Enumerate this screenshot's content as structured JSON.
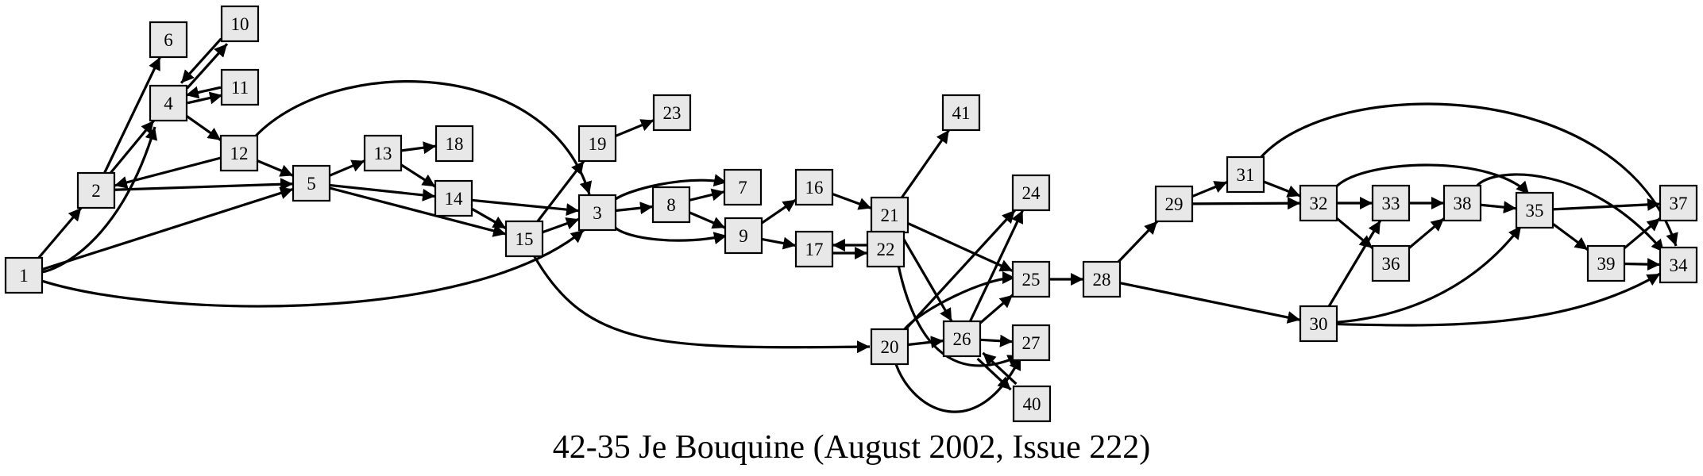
{
  "caption": "42-35 Je Bouquine (August 2002, Issue 222)",
  "colors": {
    "node_fill": "#e8e8e8",
    "stroke": "#000000",
    "background": "#ffffff"
  },
  "nodes": [
    {
      "id": "1",
      "label": "1"
    },
    {
      "id": "2",
      "label": "2"
    },
    {
      "id": "3",
      "label": "3"
    },
    {
      "id": "4",
      "label": "4"
    },
    {
      "id": "5",
      "label": "5"
    },
    {
      "id": "6",
      "label": "6"
    },
    {
      "id": "7",
      "label": "7"
    },
    {
      "id": "8",
      "label": "8"
    },
    {
      "id": "9",
      "label": "9"
    },
    {
      "id": "10",
      "label": "10"
    },
    {
      "id": "11",
      "label": "11"
    },
    {
      "id": "12",
      "label": "12"
    },
    {
      "id": "13",
      "label": "13"
    },
    {
      "id": "14",
      "label": "14"
    },
    {
      "id": "15",
      "label": "15"
    },
    {
      "id": "16",
      "label": "16"
    },
    {
      "id": "17",
      "label": "17"
    },
    {
      "id": "18",
      "label": "18"
    },
    {
      "id": "19",
      "label": "19"
    },
    {
      "id": "20",
      "label": "20"
    },
    {
      "id": "21",
      "label": "21"
    },
    {
      "id": "22",
      "label": "22"
    },
    {
      "id": "23",
      "label": "23"
    },
    {
      "id": "24",
      "label": "24"
    },
    {
      "id": "25",
      "label": "25"
    },
    {
      "id": "26",
      "label": "26"
    },
    {
      "id": "27",
      "label": "27"
    },
    {
      "id": "28",
      "label": "28"
    },
    {
      "id": "29",
      "label": "29"
    },
    {
      "id": "30",
      "label": "30"
    },
    {
      "id": "31",
      "label": "31"
    },
    {
      "id": "32",
      "label": "32"
    },
    {
      "id": "33",
      "label": "33"
    },
    {
      "id": "34",
      "label": "34"
    },
    {
      "id": "35",
      "label": "35"
    },
    {
      "id": "36",
      "label": "36"
    },
    {
      "id": "37",
      "label": "37"
    },
    {
      "id": "38",
      "label": "38"
    },
    {
      "id": "39",
      "label": "39"
    },
    {
      "id": "40",
      "label": "40"
    },
    {
      "id": "41",
      "label": "41"
    }
  ],
  "edges": [
    [
      "1",
      "2"
    ],
    [
      "1",
      "4"
    ],
    [
      "1",
      "5"
    ],
    [
      "1",
      "3"
    ],
    [
      "2",
      "6"
    ],
    [
      "2",
      "4"
    ],
    [
      "2",
      "5"
    ],
    [
      "4",
      "10"
    ],
    [
      "10",
      "4"
    ],
    [
      "4",
      "11"
    ],
    [
      "11",
      "4"
    ],
    [
      "4",
      "12"
    ],
    [
      "12",
      "2"
    ],
    [
      "12",
      "5"
    ],
    [
      "12",
      "3"
    ],
    [
      "5",
      "13"
    ],
    [
      "5",
      "14"
    ],
    [
      "5",
      "15"
    ],
    [
      "13",
      "18"
    ],
    [
      "13",
      "14"
    ],
    [
      "14",
      "3"
    ],
    [
      "14",
      "15"
    ],
    [
      "15",
      "3"
    ],
    [
      "15",
      "19"
    ],
    [
      "15",
      "20"
    ],
    [
      "19",
      "23"
    ],
    [
      "3",
      "7"
    ],
    [
      "3",
      "8"
    ],
    [
      "3",
      "9"
    ],
    [
      "8",
      "7"
    ],
    [
      "8",
      "9"
    ],
    [
      "9",
      "16"
    ],
    [
      "9",
      "17"
    ],
    [
      "16",
      "21"
    ],
    [
      "17",
      "22"
    ],
    [
      "22",
      "17"
    ],
    [
      "21",
      "41"
    ],
    [
      "21",
      "25"
    ],
    [
      "21",
      "26"
    ],
    [
      "21",
      "27"
    ],
    [
      "20",
      "24"
    ],
    [
      "20",
      "25"
    ],
    [
      "20",
      "26"
    ],
    [
      "20",
      "27"
    ],
    [
      "26",
      "24"
    ],
    [
      "26",
      "25"
    ],
    [
      "26",
      "27"
    ],
    [
      "26",
      "40"
    ],
    [
      "40",
      "26"
    ],
    [
      "25",
      "28"
    ],
    [
      "28",
      "29"
    ],
    [
      "28",
      "30"
    ],
    [
      "29",
      "31"
    ],
    [
      "29",
      "32"
    ],
    [
      "31",
      "32"
    ],
    [
      "31",
      "34"
    ],
    [
      "32",
      "33"
    ],
    [
      "32",
      "35"
    ],
    [
      "32",
      "36"
    ],
    [
      "33",
      "38"
    ],
    [
      "36",
      "38"
    ],
    [
      "38",
      "35"
    ],
    [
      "38",
      "34"
    ],
    [
      "35",
      "37"
    ],
    [
      "35",
      "39"
    ],
    [
      "30",
      "33"
    ],
    [
      "30",
      "35"
    ],
    [
      "30",
      "34"
    ],
    [
      "39",
      "37"
    ],
    [
      "39",
      "34"
    ]
  ]
}
